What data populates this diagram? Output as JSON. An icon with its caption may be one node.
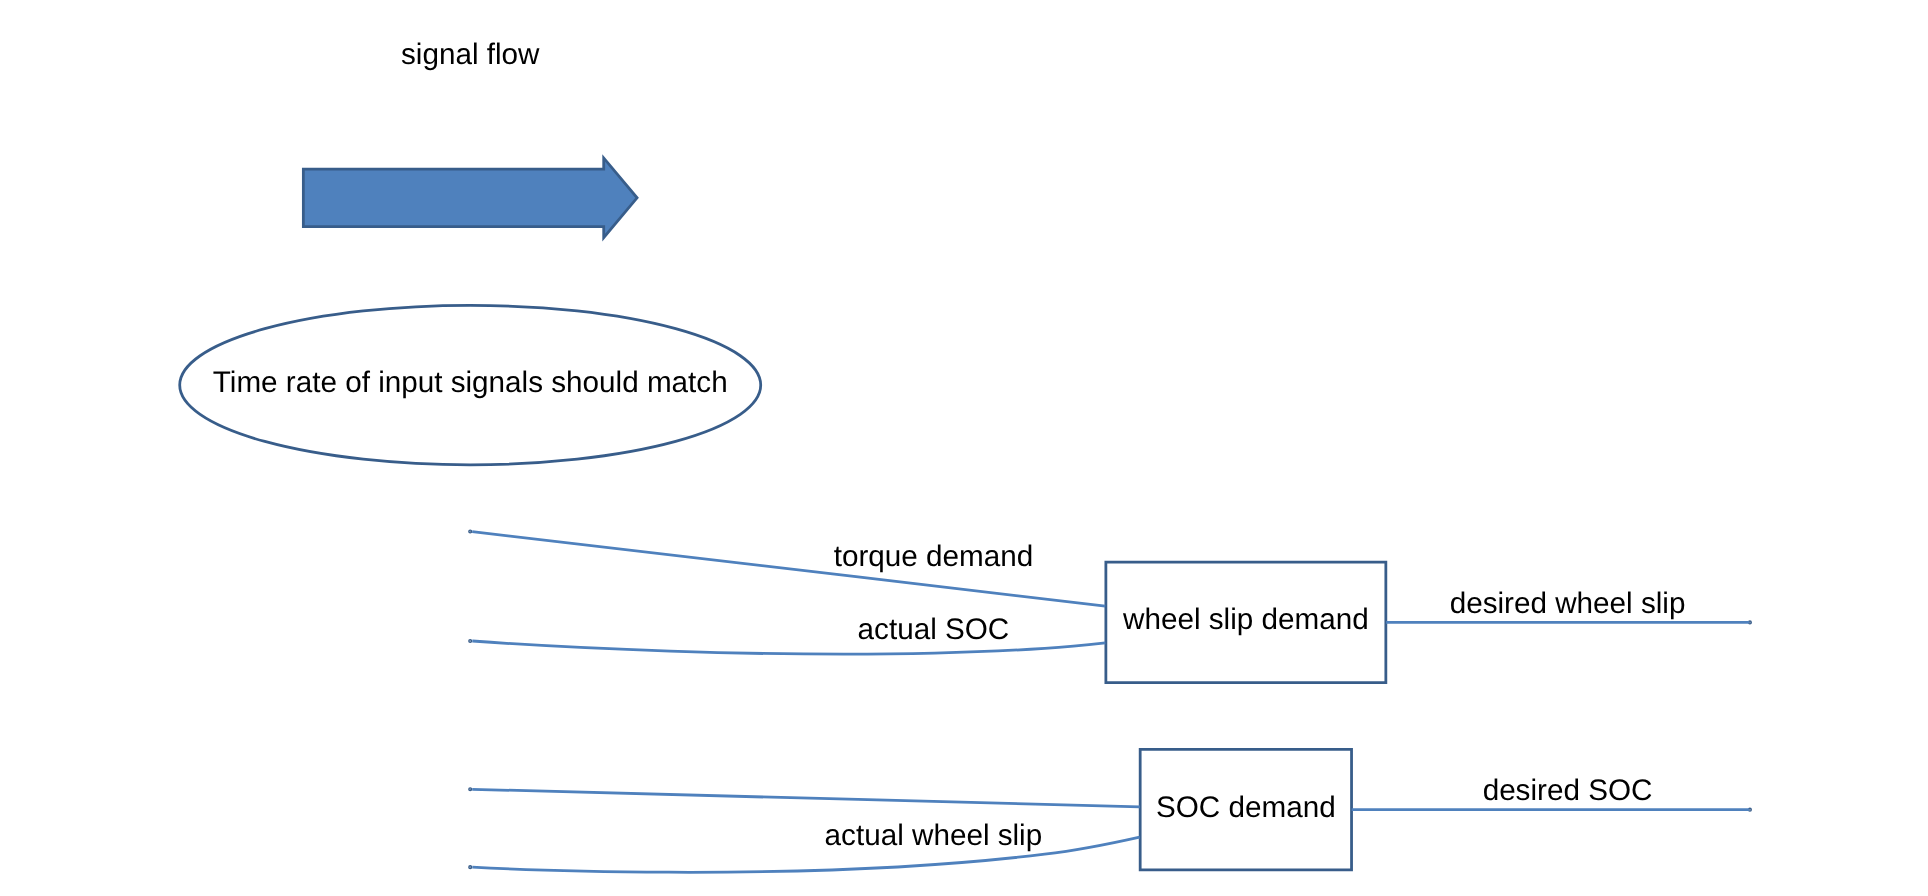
{
  "diagram": {
    "nodes": [
      {
        "text": [
          "SOC demand"
        ]
      },
      {
        "text": [
          "wheel slip demand"
        ]
      },
      {
        "text": [
          "Time rate of input signals should match"
        ]
      },
      {
        "text": [],
        "shape": "arrow",
        "beside": [
          "signal flow"
        ]
      }
    ],
    "edges": [
      {
        "from": null,
        "to": 0,
        "arrow": "none"
      },
      {
        "from": null,
        "to": 0,
        "arrow": "none",
        "label": "actual wheel slip"
      },
      {
        "from": 0,
        "to": null,
        "arrow": "none",
        "label": "desired SOC"
      },
      {
        "from": null,
        "to": 1,
        "arrow": "none",
        "label": "torque demand"
      },
      {
        "from": null,
        "to": 1,
        "arrow": "none",
        "label": "actual SOC"
      },
      {
        "from": 1,
        "to": null,
        "arrow": "none",
        "label": "desired wheel slip"
      }
    ]
  }
}
